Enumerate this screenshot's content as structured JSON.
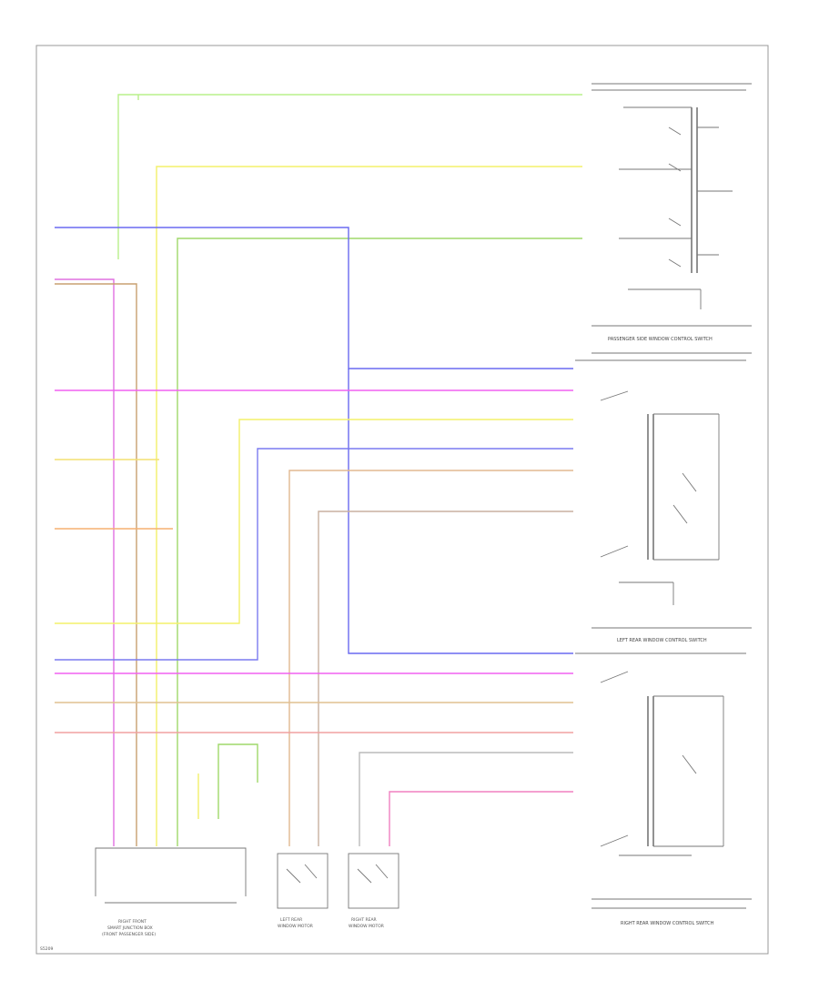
{
  "colors": {
    "light_green": "#b8f08a",
    "yellow": "#f3f06a",
    "green": "#9fd86a",
    "blue": "#6a6af0",
    "pink": "#f060f0",
    "orange": "#f5b070",
    "tan": "#e2b890",
    "brown": "#c8a070",
    "gray": "#bbbbbb",
    "frame": "#999999"
  },
  "labels": {
    "switch_passenger": "PASSENGER SIDE WINDOW CONTROL SWITCH",
    "switch_left_rear": "LEFT REAR WINDOW CONTROL SWITCH",
    "switch_right_rear": "RIGHT REAR WINDOW CONTROL SWITCH",
    "module_bottom_1": "RIGHT FRONT",
    "module_bottom_2": "SMART JUNCTION BOX",
    "module_bottom_3": "(FRONT PASSENGER SIDE)",
    "motor_left_1": "LEFT REAR",
    "motor_left_2": "WINDOW MOTOR",
    "motor_right_1": "RIGHT REAR",
    "motor_right_2": "WINDOW MOTOR",
    "page_code": "S5209"
  }
}
